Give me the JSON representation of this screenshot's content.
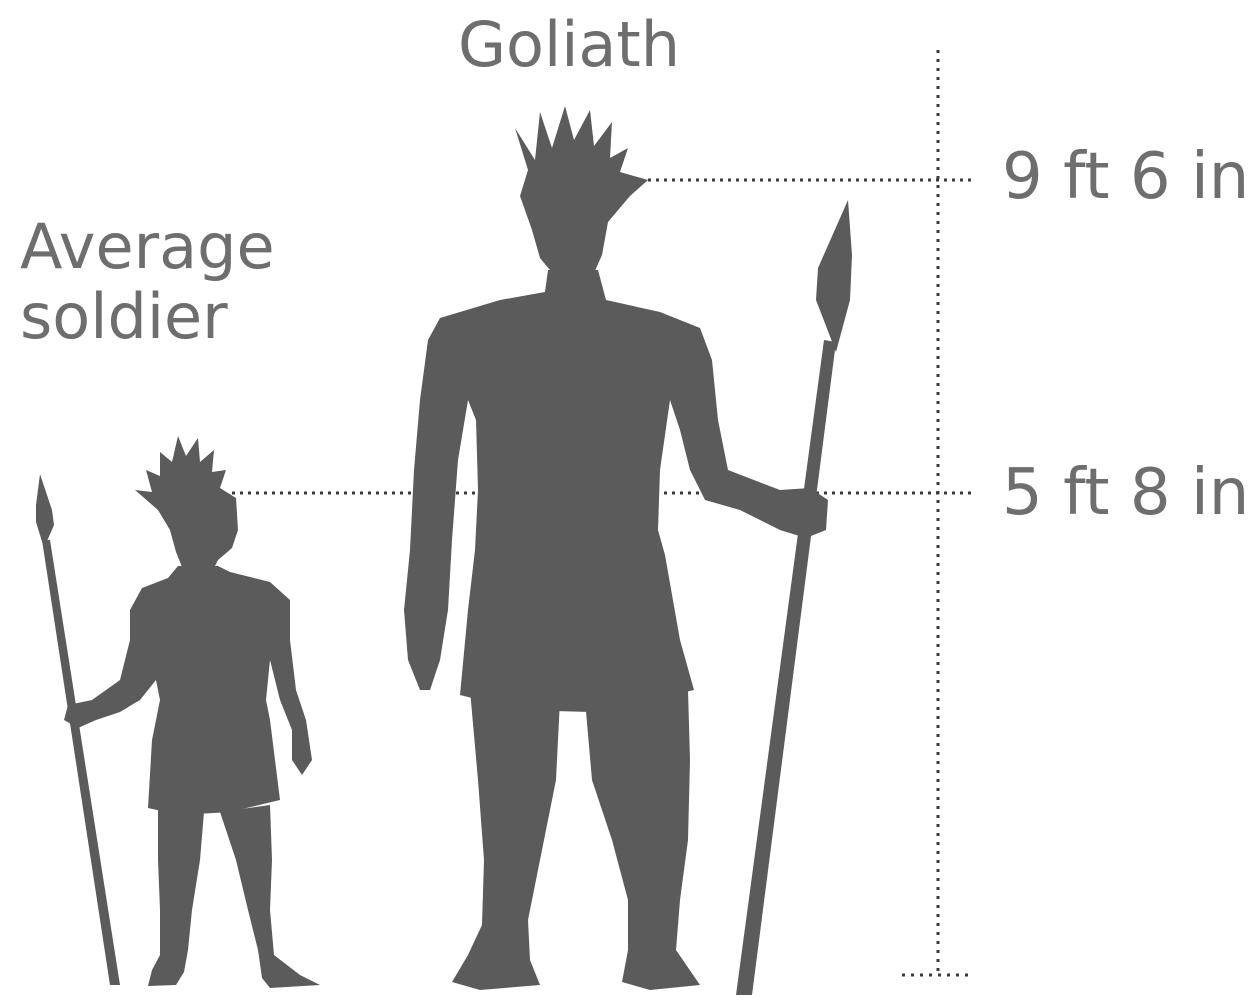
{
  "figures": {
    "goliath": {
      "name": "Goliath"
    },
    "soldier": {
      "line1": "Average",
      "line2": "soldier"
    }
  },
  "measurements": {
    "goliath_height": "9 ft 6 in",
    "soldier_height": "5 ft 8 in"
  },
  "colors": {
    "silhouette": "#5b5b5b",
    "text": "#6e6e6e",
    "guide_line": "#3a3a3a",
    "background": "#ffffff"
  }
}
